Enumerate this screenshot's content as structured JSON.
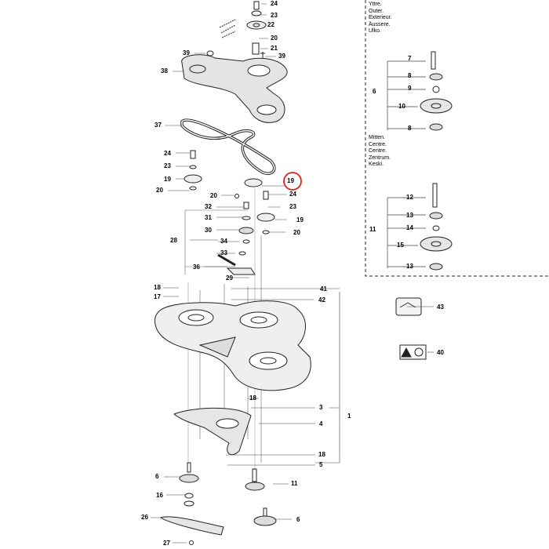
{
  "legend_outer": [
    "Yttre.",
    "Outer.",
    "Exterieur.",
    "Äussere.",
    "Ulko."
  ],
  "legend_center": [
    "Mitten.",
    "Centre.",
    "Centre.",
    "Zentrum.",
    "Keski."
  ],
  "labels": {
    "l24a": "24",
    "l23a": "23",
    "l22": "22",
    "l20a": "20",
    "l21": "21",
    "l39a": "39",
    "l39b": "39",
    "l38": "38",
    "l37": "37",
    "l24b": "24",
    "l23b": "23",
    "l19a": "19",
    "l20b": "20",
    "l19b": "19",
    "l20c": "20",
    "l24c": "24",
    "l32": "32",
    "l23c": "23",
    "l31": "31",
    "l19c": "19",
    "l30": "30",
    "l20d": "20",
    "l28": "28",
    "l34": "34",
    "l33": "33",
    "l36": "36",
    "l29": "29",
    "l41": "41",
    "l42": "42",
    "l18a": "18",
    "l17": "17",
    "l18b": "18",
    "l3": "3",
    "l1": "1",
    "l4": "4",
    "l18c": "18",
    "l5": "5",
    "l6a": "6",
    "l11a": "11",
    "l16": "16",
    "l26": "26",
    "l6b": "6",
    "l27": "27",
    "r7": "7",
    "r8a": "8",
    "r9": "9",
    "r6": "6",
    "r10": "10",
    "r8b": "8",
    "r12": "12",
    "r13a": "13",
    "r14": "14",
    "r11": "11",
    "r15": "15",
    "r13b": "13",
    "r43": "43",
    "r40": "40"
  },
  "highlight": {
    "label": "19",
    "color": "#e0201b"
  }
}
